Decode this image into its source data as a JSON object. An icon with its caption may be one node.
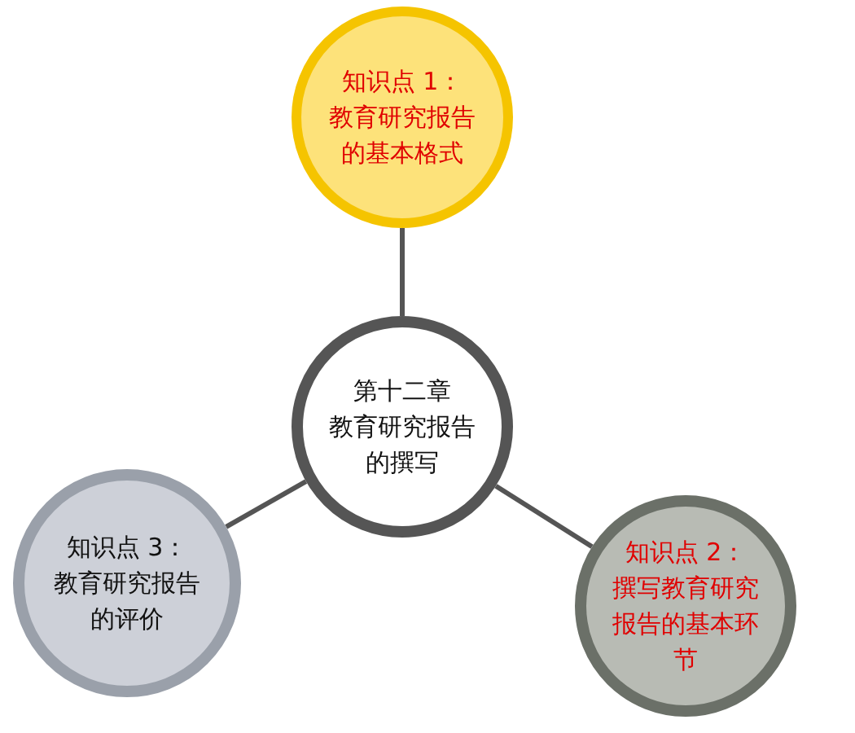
{
  "diagram": {
    "nodes": [
      {
        "text": [
          "知识点 1：",
          "教育研究报告的基本格式"
        ]
      },
      {
        "text": [
          "第十二章",
          "教育研究报告的撰写"
        ]
      },
      {
        "text": [
          "知识点 3：",
          "教育研究报告的评价"
        ]
      },
      {
        "text": [
          "知识点 2：",
          "撰写教育研究报告的基本环节"
        ]
      }
    ],
    "edges": [
      {
        "from": 1,
        "to": 0,
        "arrow": "none"
      },
      {
        "from": 1,
        "to": 2,
        "arrow": "none"
      },
      {
        "from": 1,
        "to": 3,
        "arrow": "none"
      }
    ]
  }
}
